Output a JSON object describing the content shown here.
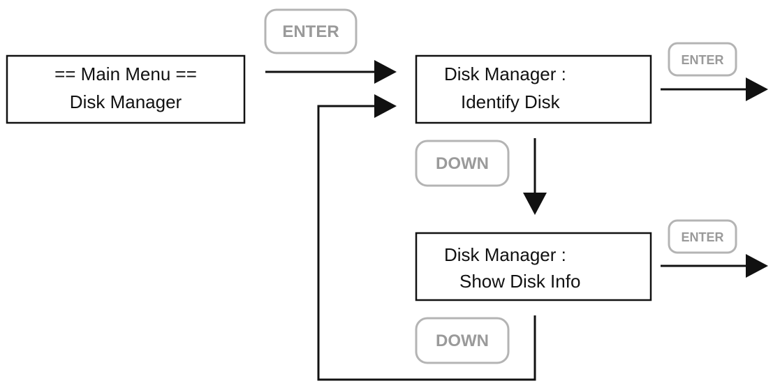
{
  "screens": {
    "main_menu": {
      "line1": "== Main Menu ==",
      "line2": "Disk Manager"
    },
    "identify_disk": {
      "line1": "Disk Manager :",
      "line2": "Identify Disk"
    },
    "show_disk_info": {
      "line1": "Disk Manager :",
      "line2": "Show Disk Info"
    }
  },
  "keys": {
    "enter_main": "ENTER",
    "enter_identify": "ENTER",
    "enter_show_info": "ENTER",
    "down_identify": "DOWN",
    "down_show_info": "DOWN"
  },
  "colors": {
    "line": "#111111",
    "key_border": "#b4b4b4",
    "key_text": "#9a9a9a"
  }
}
